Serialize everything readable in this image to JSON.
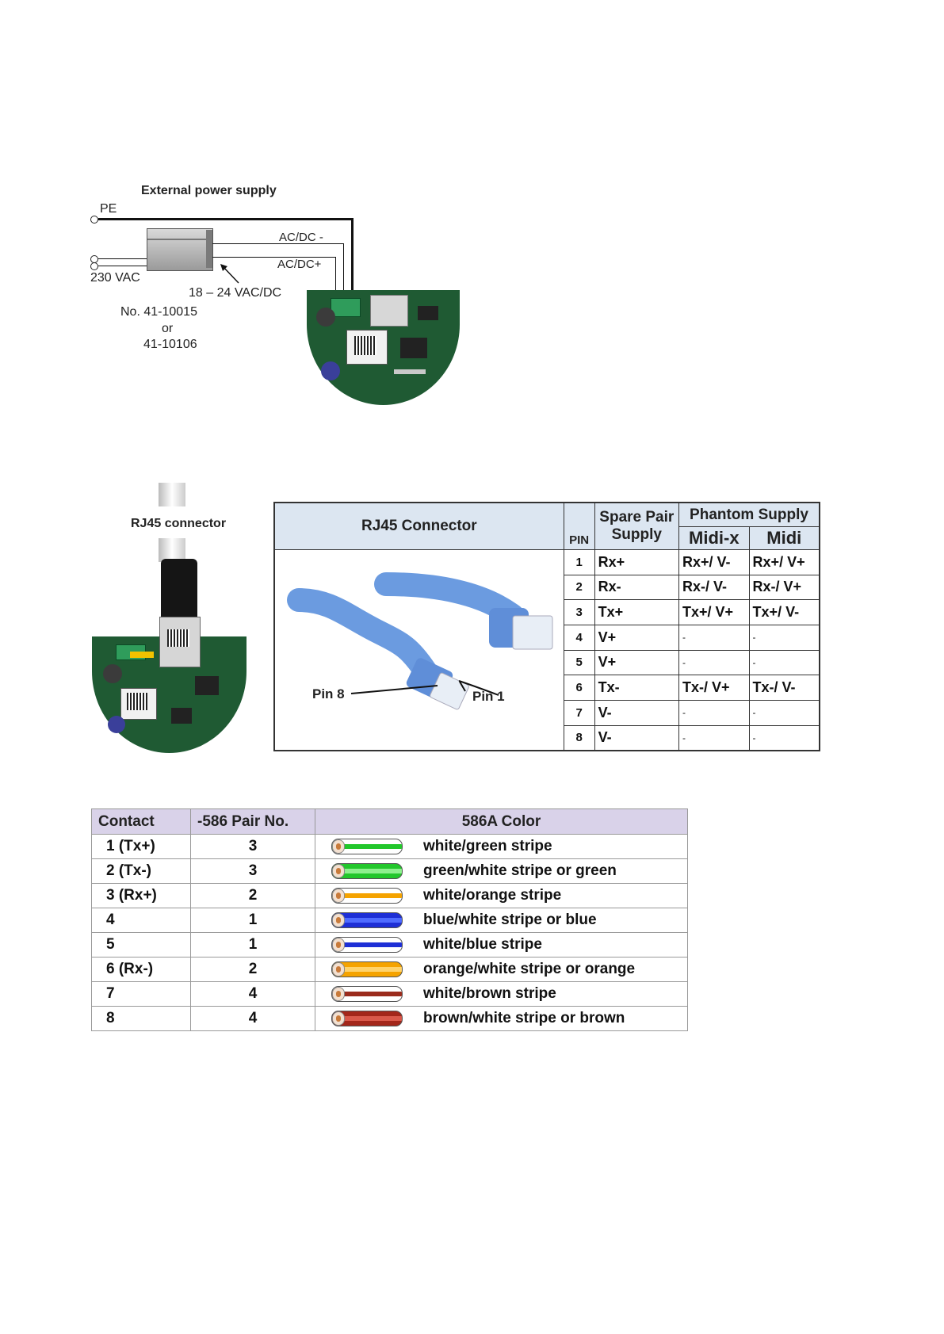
{
  "wiring": {
    "title": "External power supply",
    "pe": "PE",
    "mains": "230 VAC",
    "acdc_minus": "AC/DC -",
    "acdc_plus": "AC/DC+",
    "voltage": "18 – 24 VAC/DC",
    "part_no": "No. 41-10015",
    "or": "or",
    "part_alt": "41-10106"
  },
  "rj45_photo_label": "RJ45 connector",
  "rj45_table": {
    "title": "RJ45 Connector",
    "pin_header": "PIN",
    "spare_header": "Spare Pair Supply",
    "phantom_header": "Phantom Supply",
    "midix_header": "Midi-x",
    "midi_header": "Midi",
    "pin8_label": "Pin 8",
    "pin1_label": "Pin 1",
    "rows": [
      {
        "pin": "1",
        "spare": "Rx+",
        "midix": "Rx+/ V-",
        "midi": "Rx+/ V+"
      },
      {
        "pin": "2",
        "spare": "Rx-",
        "midix": "Rx-/ V-",
        "midi": "Rx-/ V+"
      },
      {
        "pin": "3",
        "spare": "Tx+",
        "midix": "Tx+/ V+",
        "midi": "Tx+/ V-"
      },
      {
        "pin": "4",
        "spare": "V+",
        "midix": "-",
        "midi": "-"
      },
      {
        "pin": "5",
        "spare": "V+",
        "midix": "-",
        "midi": "-"
      },
      {
        "pin": "6",
        "spare": "Tx-",
        "midix": "Tx-/ V+",
        "midi": "Tx-/ V-"
      },
      {
        "pin": "7",
        "spare": "V-",
        "midix": "-",
        "midi": "-"
      },
      {
        "pin": "8",
        "spare": "V-",
        "midix": "-",
        "midi": "-"
      }
    ]
  },
  "color_table": {
    "headers": [
      "Contact",
      "-586 Pair No.",
      "586A Color"
    ],
    "rows": [
      {
        "contact": "1 (Tx+)",
        "pair": "3",
        "color": "white/green stripe",
        "base": "#ffffff",
        "stripe": "#22c72b"
      },
      {
        "contact": "2 (Tx-)",
        "pair": "3",
        "color": "green/white stripe or green",
        "base": "#22c72b",
        "stripe": "#8ff08f"
      },
      {
        "contact": "3 (Rx+)",
        "pair": "2",
        "color": "white/orange stripe",
        "base": "#ffffff",
        "stripe": "#f5a300"
      },
      {
        "contact": "4",
        "pair": "1",
        "color": "blue/white stripe or blue",
        "base": "#1e2fd6",
        "stripe": "#4f6bff"
      },
      {
        "contact": "5",
        "pair": "1",
        "color": "white/blue stripe",
        "base": "#ffffff",
        "stripe": "#1e2fd6"
      },
      {
        "contact": "6 (Rx-)",
        "pair": "2",
        "color": "orange/white stripe or orange",
        "base": "#f5a300",
        "stripe": "#ffd36b"
      },
      {
        "contact": "7",
        "pair": "4",
        "color": "white/brown stripe",
        "base": "#ffffff",
        "stripe": "#9b2b1c"
      },
      {
        "contact": "8",
        "pair": "4",
        "color": "brown/white stripe or brown",
        "base": "#a3261a",
        "stripe": "#d9584a"
      }
    ]
  }
}
